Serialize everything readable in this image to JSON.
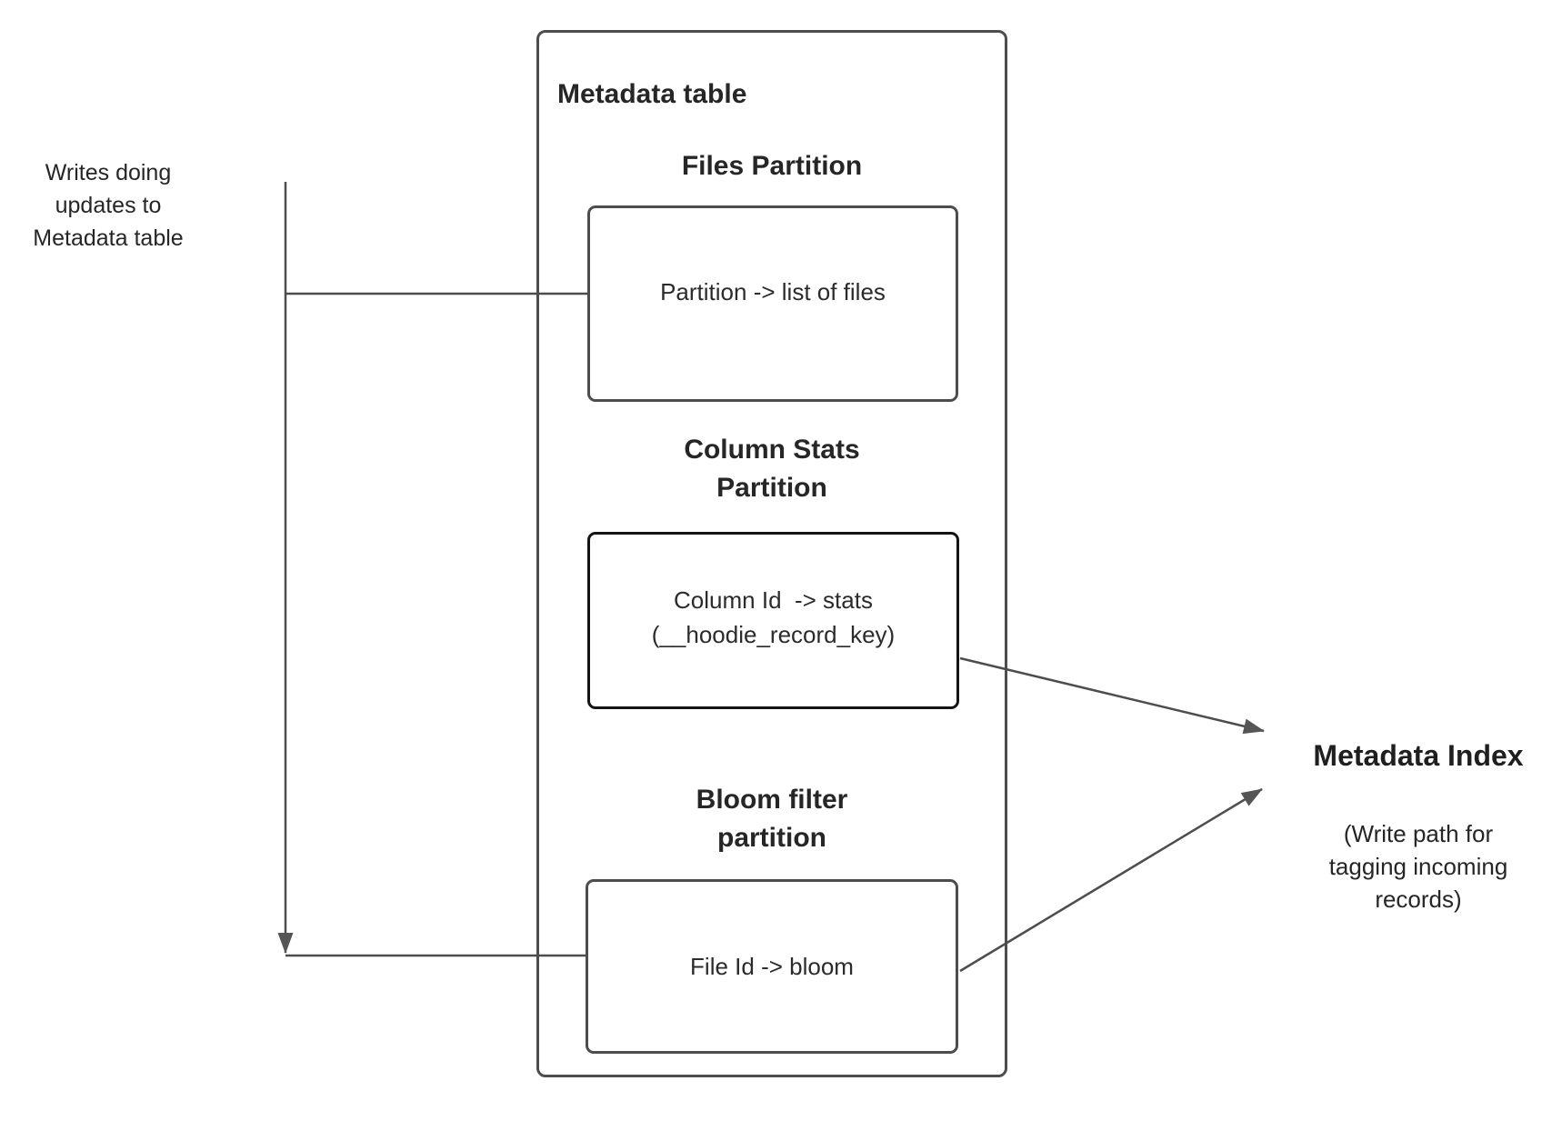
{
  "canvas": {
    "background": "#ffffff"
  },
  "colors": {
    "box_border": "#4d4d4d",
    "emphasis_box_border": "#141414",
    "connector_line": "#4d4d4d",
    "arrowhead_fill": "#555555",
    "text": "#262626"
  },
  "left_annotation": {
    "text": "Writes doing\nupdates to\nMetadata table"
  },
  "metadata_table": {
    "title": "Metadata table",
    "files": {
      "heading": "Files Partition",
      "mapping": "Partition -> list of files"
    },
    "column_stats": {
      "heading": "Column Stats\nPartition",
      "mapping": "Column Id  -> stats\n(__hoodie_record_key)"
    },
    "bloom": {
      "heading": "Bloom filter\npartition",
      "mapping": "File Id -> bloom"
    }
  },
  "metadata_index": {
    "title": "Metadata Index",
    "subtitle": "(Write path for\ntagging incoming\nrecords)"
  }
}
